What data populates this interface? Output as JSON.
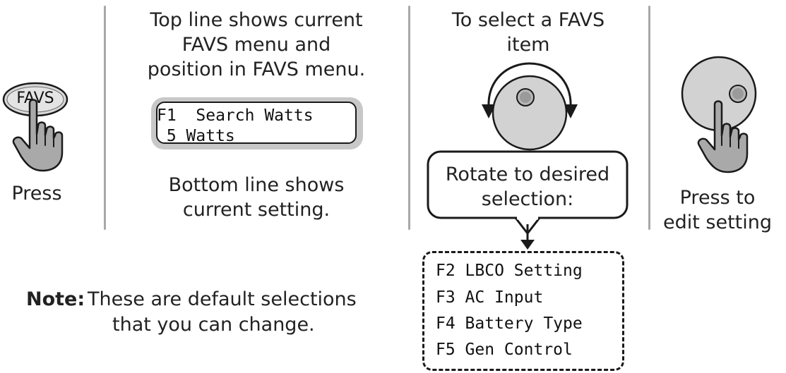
{
  "steps": [
    {
      "label": "Press",
      "button_label": "FAVS",
      "icons": [
        "favs-button-icon",
        "hand-pointer-icon"
      ]
    },
    {
      "top_text": "Top line shows current FAVS menu and position in FAVS menu.",
      "top_lines": [
        "Top line shows current",
        "FAVS menu and",
        "position in FAVS menu."
      ],
      "display_line1": "F1  Search Watts",
      "display_line2": " 5 Watts",
      "bottom_lines": [
        "Bottom line shows",
        "current setting."
      ]
    },
    {
      "top_lines": [
        "To select a FAVS",
        "item"
      ],
      "callout_lines": [
        "Rotate to desired",
        "selection:"
      ],
      "icons": [
        "rotary-knob-icon",
        "rotate-arrows-icon"
      ]
    },
    {
      "label_lines": [
        "Press to",
        "edit setting"
      ],
      "icons": [
        "rotary-knob-icon",
        "hand-pointer-icon"
      ]
    }
  ],
  "favs_list": [
    "F2 LBCO Setting",
    "F3 AC Input",
    "F4 Battery Type",
    "F5 Gen Control"
  ],
  "note": {
    "label": "Note:",
    "line1": "These are default selections",
    "line2": "that you can change."
  },
  "colors": {
    "divider": "#a8a8a8",
    "knob_fill": "#d2d2d2",
    "hand_fill": "#a9a9a9",
    "outline": "#1a1a1a"
  }
}
